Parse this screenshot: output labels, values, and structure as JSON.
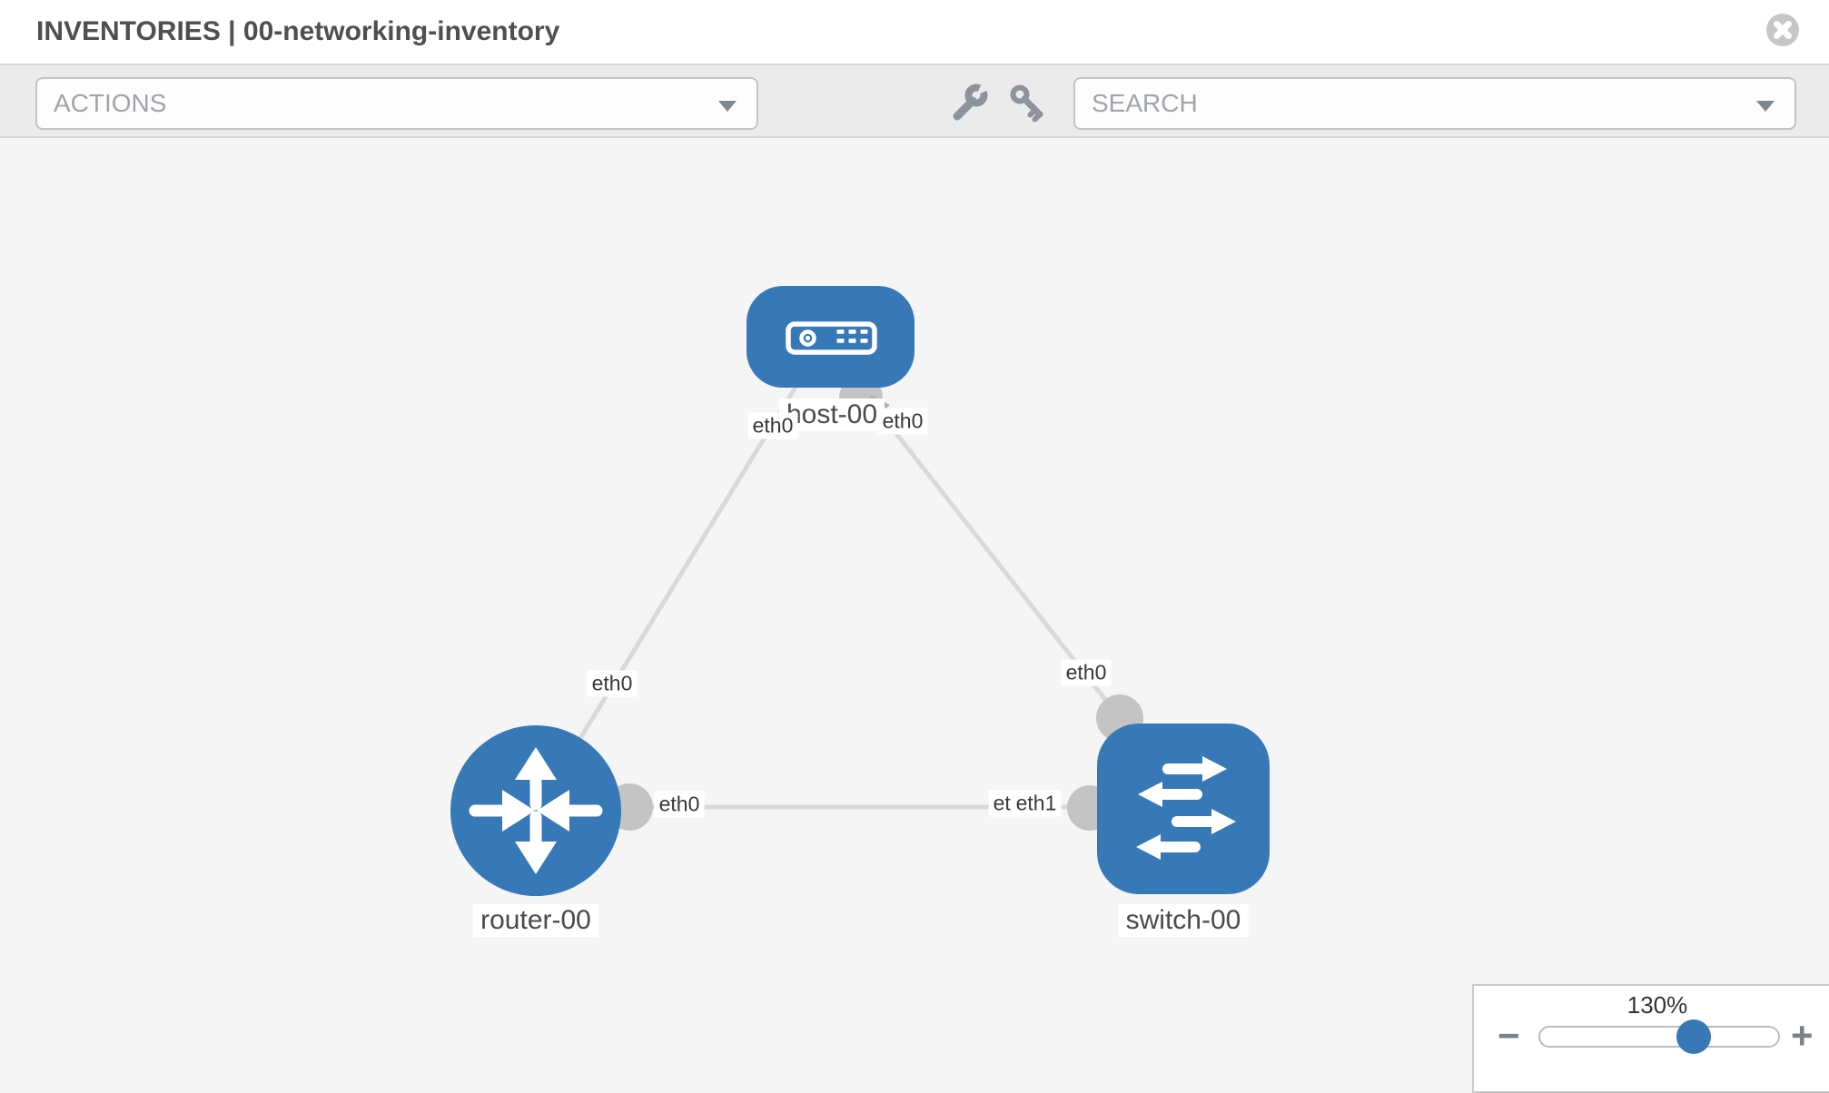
{
  "header": {
    "title": "INVENTORIES | 00-networking-inventory"
  },
  "toolbar": {
    "actions_label": "ACTIONS",
    "search_placeholder": "SEARCH"
  },
  "graph": {
    "nodes": [
      {
        "id": "host-00",
        "type": "host",
        "label": "host-00"
      },
      {
        "id": "router-00",
        "type": "router",
        "label": "router-00"
      },
      {
        "id": "switch-00",
        "type": "switch",
        "label": "switch-00"
      }
    ],
    "links": [
      {
        "from": "host-00",
        "to": "router-00",
        "from_port": "eth0",
        "to_port": "eth0"
      },
      {
        "from": "host-00",
        "to": "switch-00",
        "from_port": "eth0",
        "to_port": "eth0"
      },
      {
        "from": "router-00",
        "to": "switch-00",
        "from_port": "eth0",
        "to_port": "eth1"
      }
    ],
    "port_labels": [
      "eth0",
      "eth0",
      "eth0",
      "eth0",
      "eth0",
      "eth0",
      "eth1"
    ]
  },
  "zoom_control": {
    "level": "130%",
    "zoom_out": "−",
    "zoom_in": "+"
  },
  "colors": {
    "node_blue": "#3779b7",
    "edge_gray": "#d9d9d9",
    "port_gray": "#c4c4c4",
    "toolbar_bg": "#ebebeb"
  }
}
